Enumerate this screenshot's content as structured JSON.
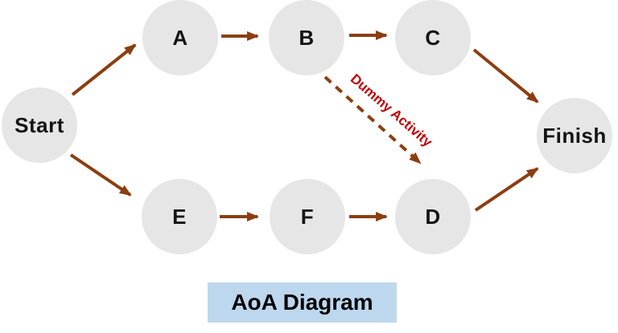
{
  "diagram": {
    "type": "activity-on-arrow-network",
    "title": "AoA Diagram",
    "nodes": [
      {
        "id": "start",
        "label": "Start"
      },
      {
        "id": "a",
        "label": "A"
      },
      {
        "id": "b",
        "label": "B"
      },
      {
        "id": "c",
        "label": "C"
      },
      {
        "id": "e",
        "label": "E"
      },
      {
        "id": "f",
        "label": "F"
      },
      {
        "id": "d",
        "label": "D"
      },
      {
        "id": "finish",
        "label": "Finish"
      }
    ],
    "edges": [
      {
        "from": "Start",
        "to": "A",
        "style": "solid"
      },
      {
        "from": "A",
        "to": "B",
        "style": "solid"
      },
      {
        "from": "B",
        "to": "C",
        "style": "solid"
      },
      {
        "from": "C",
        "to": "Finish",
        "style": "solid"
      },
      {
        "from": "Start",
        "to": "E",
        "style": "solid"
      },
      {
        "from": "E",
        "to": "F",
        "style": "solid"
      },
      {
        "from": "F",
        "to": "D",
        "style": "solid"
      },
      {
        "from": "D",
        "to": "Finish",
        "style": "solid"
      },
      {
        "from": "B",
        "to": "D",
        "style": "dashed",
        "label": "Dummy Activity"
      }
    ],
    "dummy_label": "Dummy Activity",
    "colors": {
      "arrow": "#8c3e10",
      "dummy_text": "#c00000",
      "node_fill": "#e7e6e6",
      "node_text": "#141414",
      "title_fill": "#bdd7ee",
      "title_text": "#000000",
      "background": "#ffffff"
    }
  }
}
